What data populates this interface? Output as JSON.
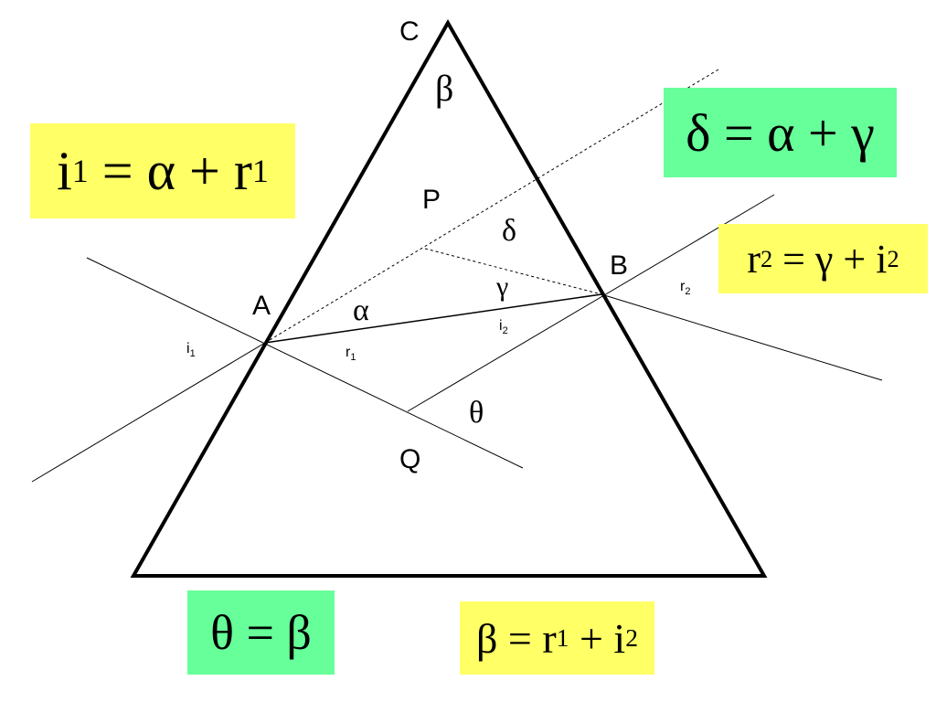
{
  "vertices": {
    "C": "C",
    "P": "P",
    "A": "A",
    "B": "B",
    "Q": "Q"
  },
  "angles": {
    "beta": "β",
    "delta": "δ",
    "gamma": "γ",
    "alpha": "α",
    "theta": "θ",
    "i1": {
      "base": "i",
      "sub": "1"
    },
    "r1": {
      "base": "r",
      "sub": "1"
    },
    "i2": {
      "base": "i",
      "sub": "2"
    },
    "r2": {
      "base": "r",
      "sub": "2"
    }
  },
  "equations": {
    "i1_eq": {
      "lhs": "i",
      "lhs_sub": "1",
      "rhs": " = α + r",
      "rhs_sub": "1"
    },
    "delta_eq": {
      "text": "δ = α + γ"
    },
    "r2_eq": {
      "lhs": "r",
      "lhs_sub": "2",
      "rhs": " = γ + i",
      "rhs_sub": "2"
    },
    "theta_eq": {
      "text": "θ = β"
    },
    "beta_eq": {
      "lhs": "β = r",
      "lhs_sub": "1",
      "mid": " + i",
      "mid_sub": "2"
    }
  },
  "colors": {
    "yellow": "#ffff66",
    "green": "#66ff99",
    "line": "#000000"
  }
}
